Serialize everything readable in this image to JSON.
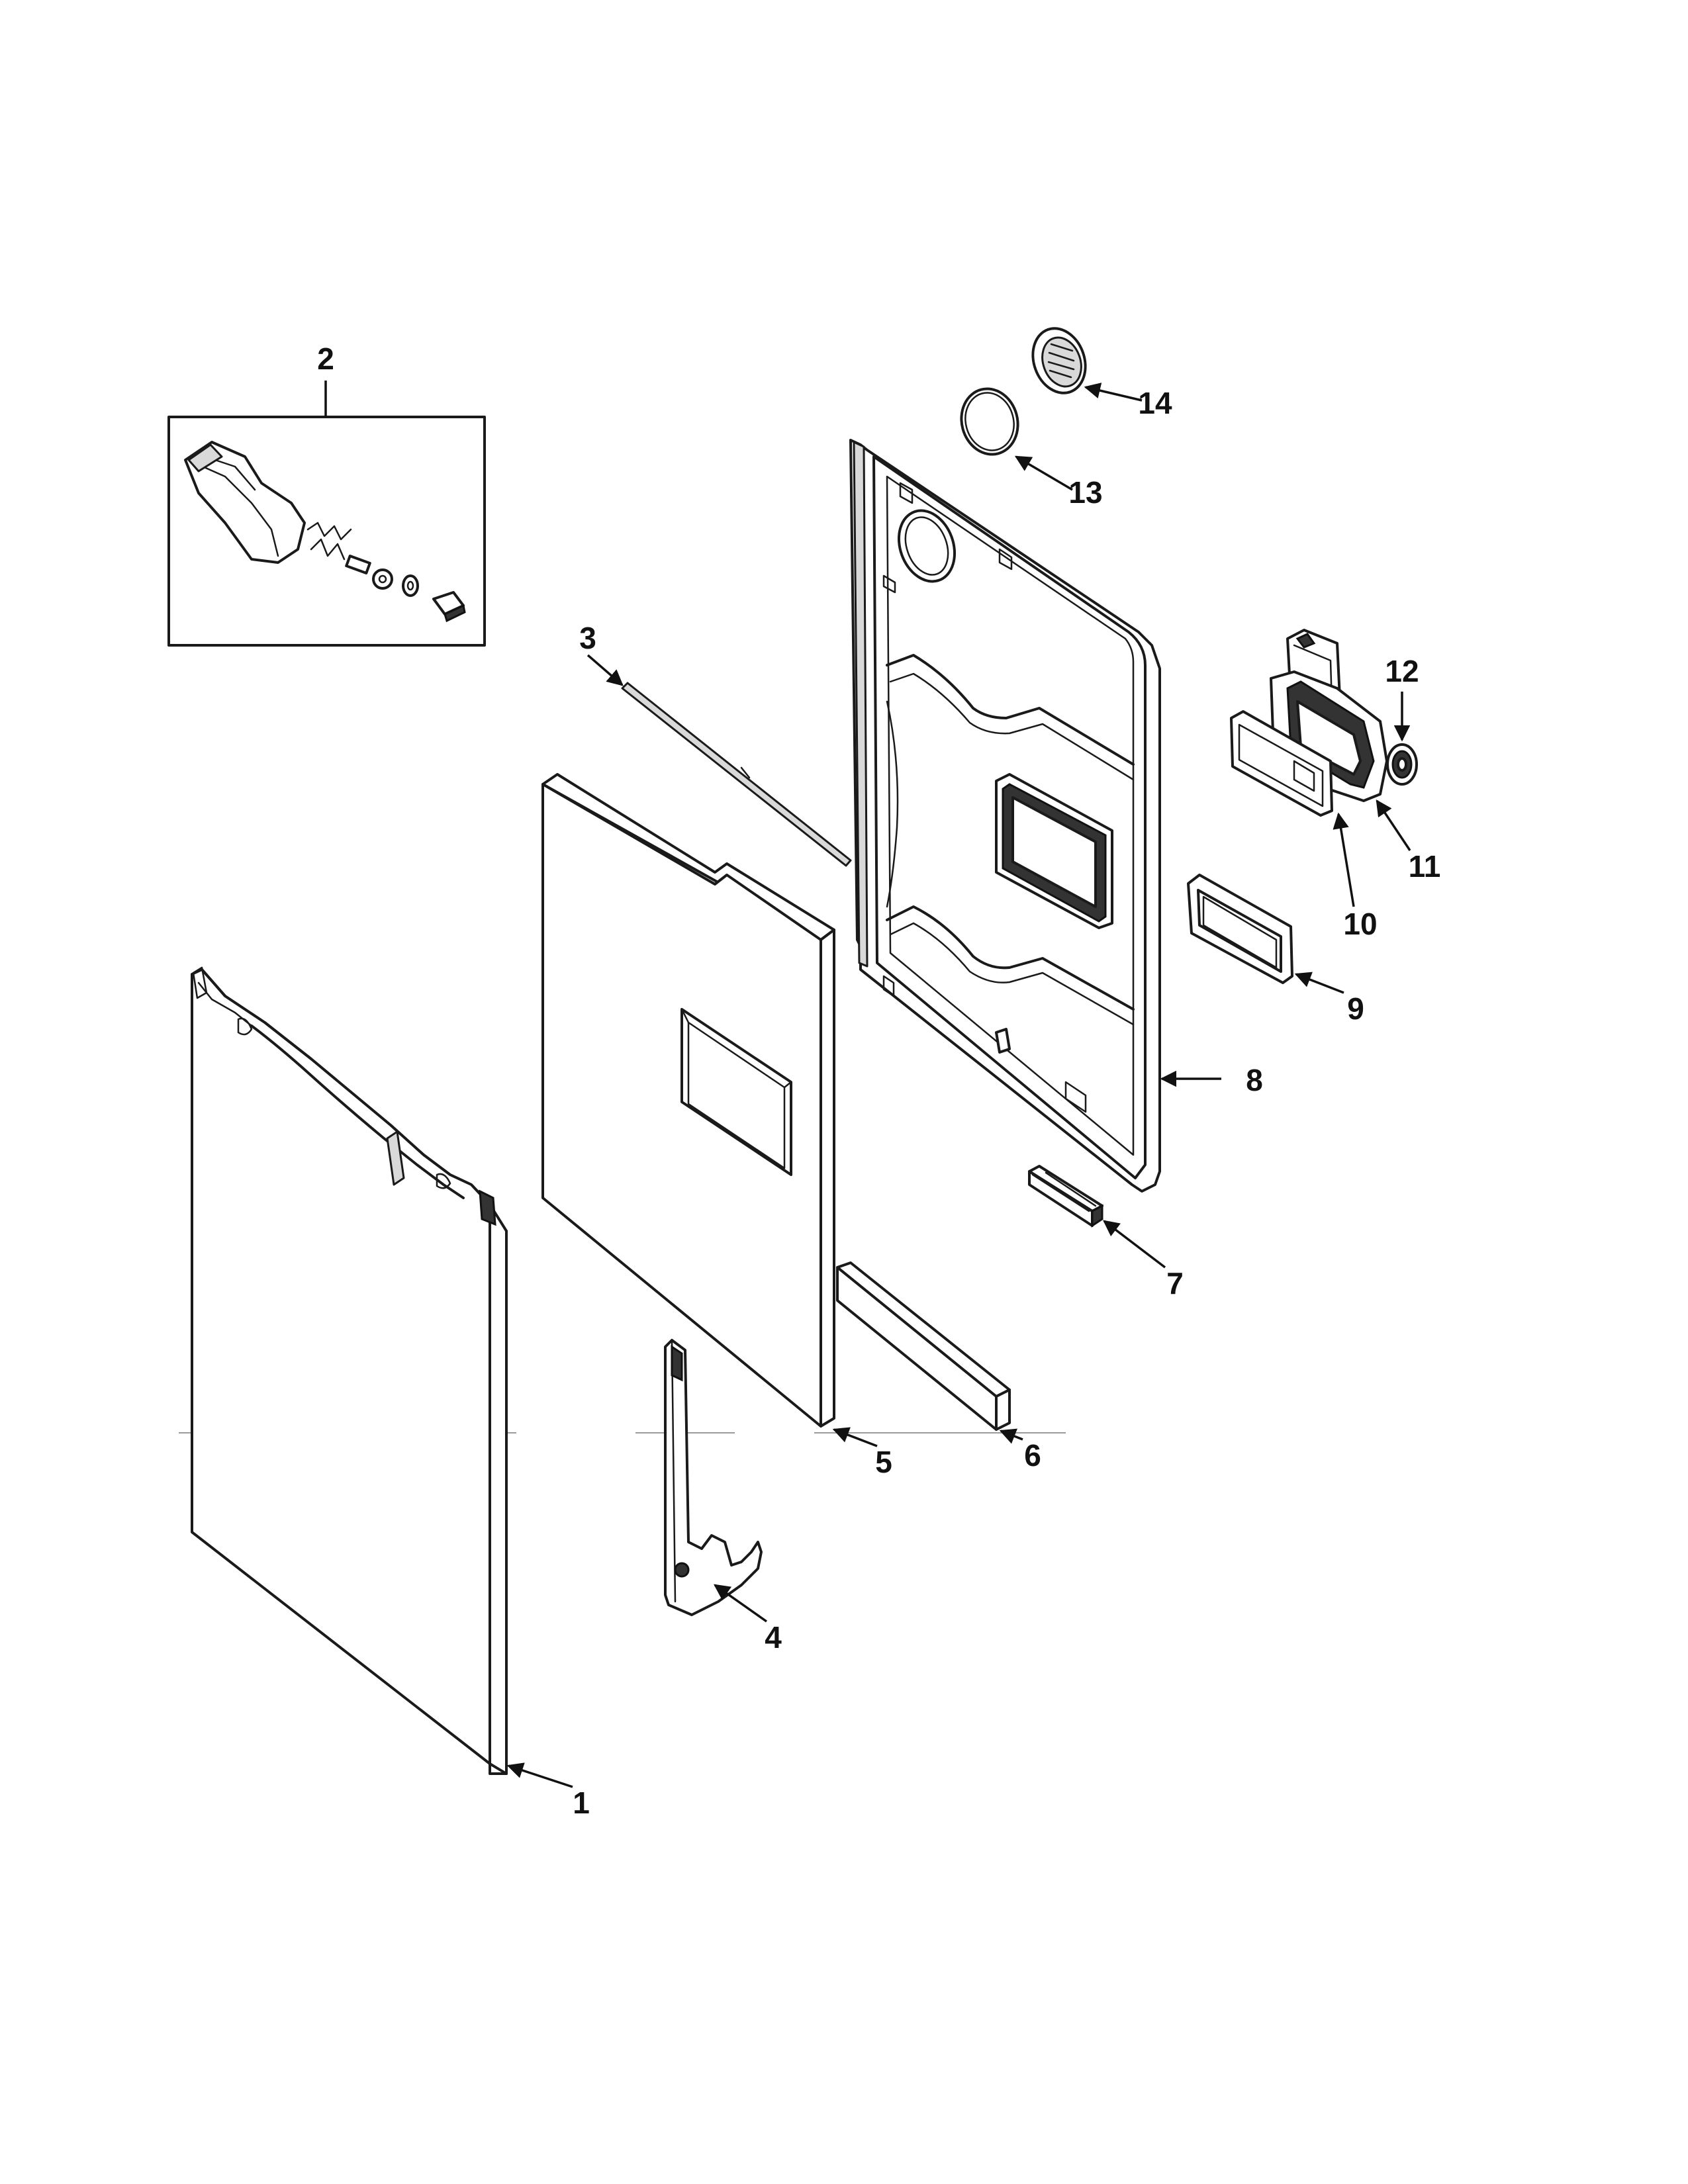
{
  "callouts": {
    "c1": "1",
    "c2": "2",
    "c3": "3",
    "c4": "4",
    "c5": "5",
    "c6": "6",
    "c7": "7",
    "c8": "8",
    "c9": "9",
    "c10": "10",
    "c11": "11",
    "c12": "12",
    "c13": "13",
    "c14": "14"
  },
  "colors": {
    "line": "#1a1a1a",
    "background": "#ffffff",
    "guide": "#9a9a9a"
  }
}
